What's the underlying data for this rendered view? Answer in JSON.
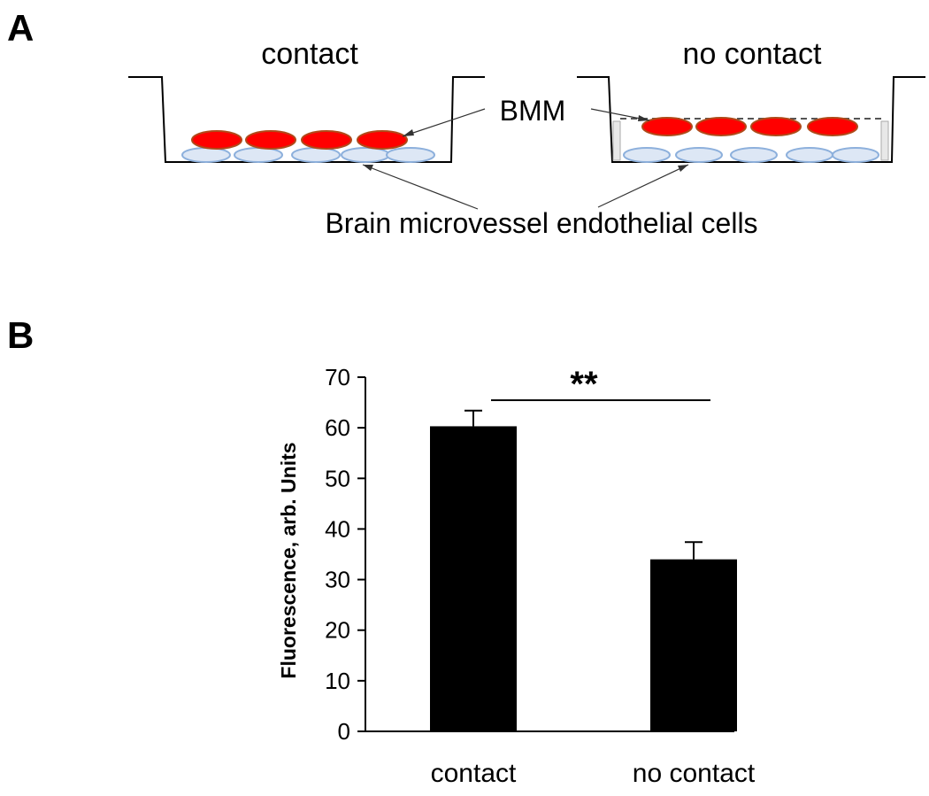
{
  "panel_a": {
    "label": "A",
    "left_title": "contact",
    "right_title": "no contact",
    "bmm_label": "BMM",
    "endo_label": "Brain microvessel endothelial cells",
    "colors": {
      "bmm_fill": "#ff0000",
      "bmm_stroke": "#b04a1a",
      "endo_fill": "#dde7f5",
      "endo_stroke": "#8db0dc"
    }
  },
  "panel_b": {
    "label": "B"
  },
  "chart_data": {
    "type": "bar",
    "categories": [
      "contact",
      "no contact"
    ],
    "values": [
      60.3,
      34
    ],
    "errors": [
      3.1,
      3.4
    ],
    "ylabel": "Fluorescence, arb. Units",
    "xlabel": "",
    "ylim": [
      0,
      70
    ],
    "yticks": [
      "0",
      "10",
      "20",
      "30",
      "40",
      "50",
      "60",
      "70"
    ],
    "significance": "**",
    "bar_color": "#000000",
    "grid": false
  }
}
